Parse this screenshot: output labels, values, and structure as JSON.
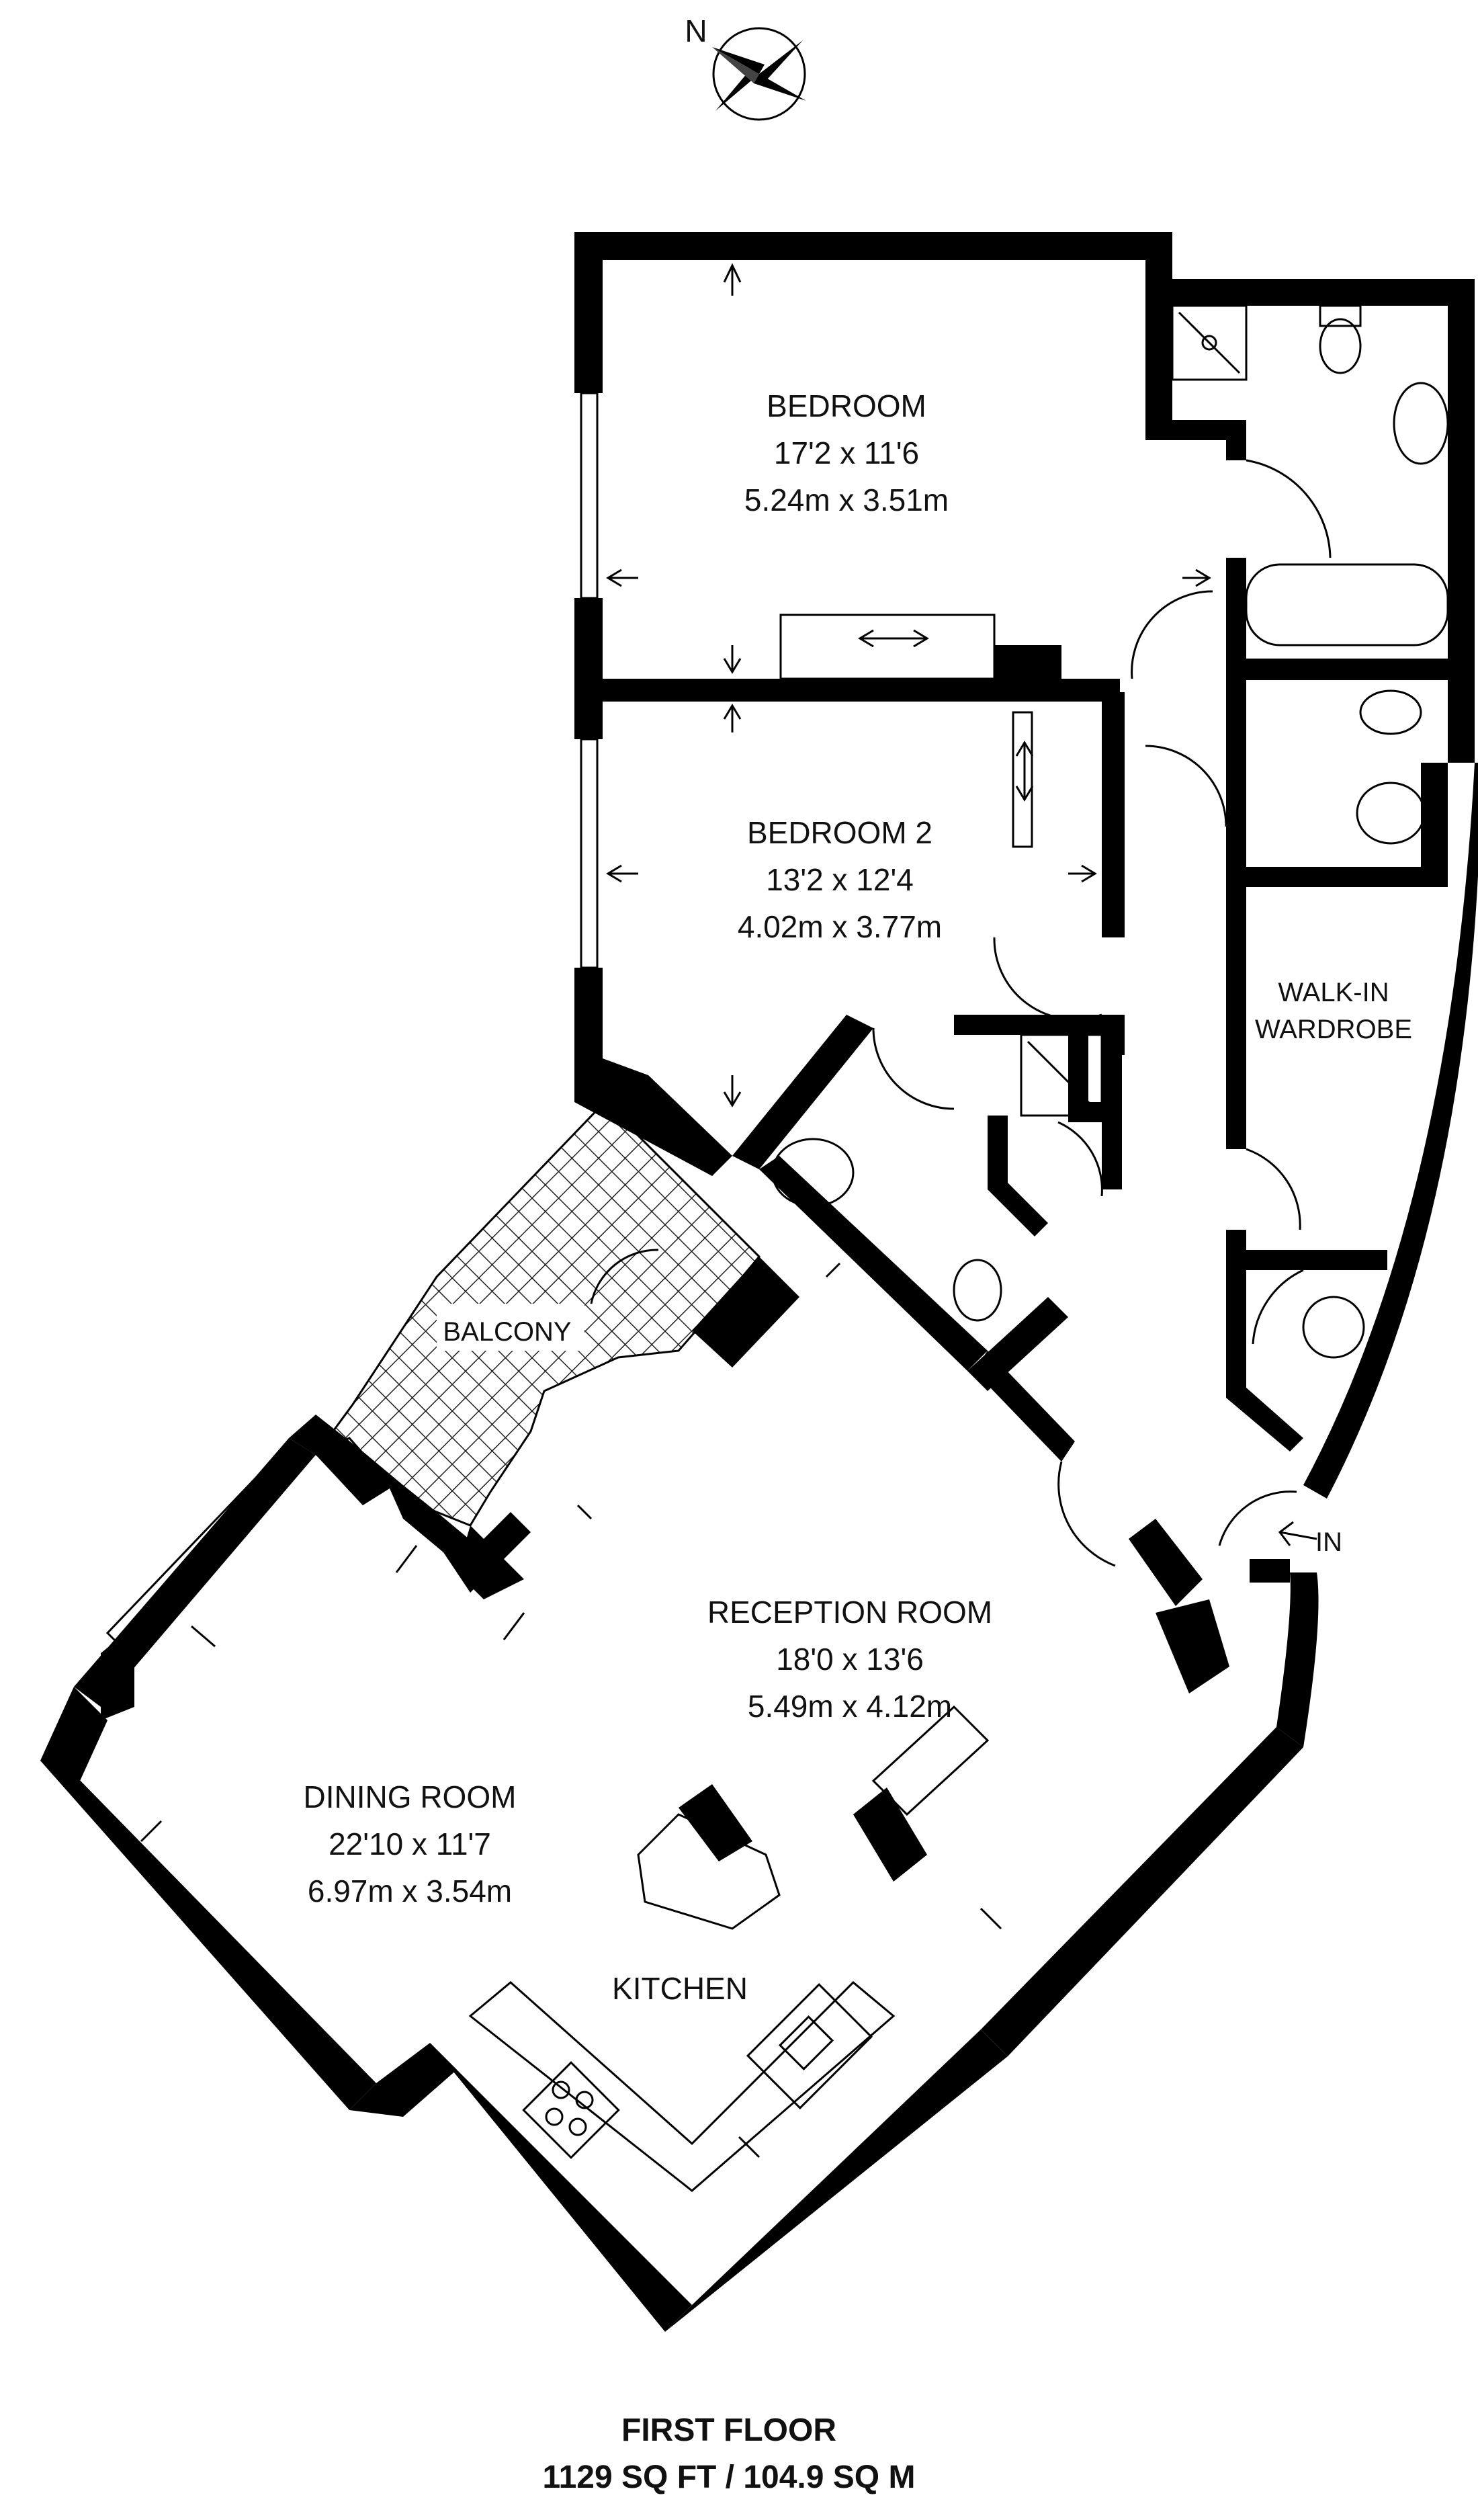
{
  "compass": {
    "north_label": "N",
    "icon": "compass-rose-icon"
  },
  "rooms": {
    "bedroom": {
      "name": "BEDROOM",
      "imperial": "17'2 x 11'6",
      "metric": "5.24m x 3.51m"
    },
    "bedroom2": {
      "name": "BEDROOM 2",
      "imperial": "13'2 x 12'4",
      "metric": "4.02m x 3.77m"
    },
    "wardrobe": {
      "line1": "WALK-IN",
      "line2": "WARDROBE"
    },
    "balcony": {
      "name": "BALCONY"
    },
    "reception": {
      "name": "RECEPTION ROOM",
      "imperial": "18'0 x 13'6",
      "metric": "5.49m x 4.12m"
    },
    "dining": {
      "name": "DINING ROOM",
      "imperial": "22'10 x 11'7",
      "metric": "6.97m x 3.54m"
    },
    "kitchen": {
      "name": "KITCHEN"
    }
  },
  "entrance": {
    "label": "IN"
  },
  "footer": {
    "floor": "FIRST FLOOR",
    "area": "1129 SQ FT / 104.9 SQ M"
  }
}
